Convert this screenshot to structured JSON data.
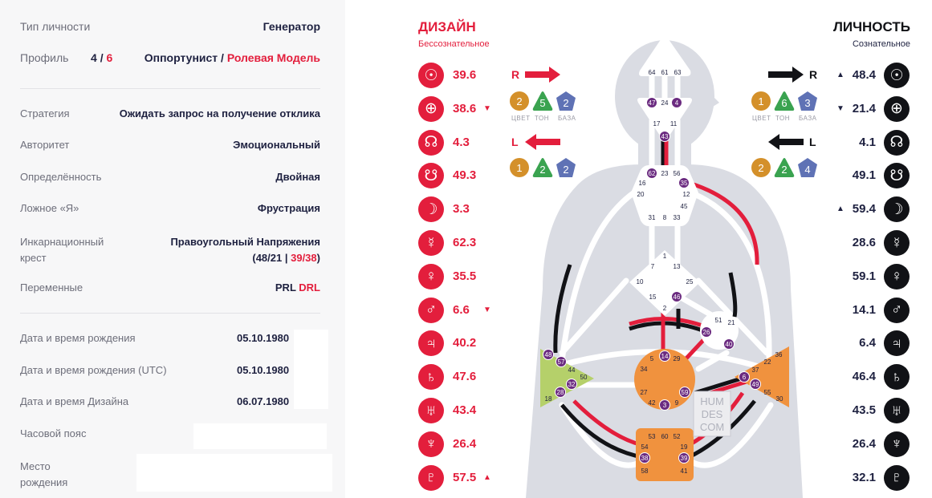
{
  "profile": {
    "type_label": "Тип личности",
    "type_value": "Генератор",
    "profile_label": "Профиль",
    "profile_line1": "4",
    "profile_slash": "/",
    "profile_line2": "6",
    "profile_name_1": "Оппортунист",
    "profile_name_slash": " / ",
    "profile_name_2": "Ролевая Модель"
  },
  "details": [
    {
      "label": "Стратегия",
      "value": "Ожидать запрос на получение отклика"
    },
    {
      "label": "Авторитет",
      "value": "Эмоциональный"
    },
    {
      "label": "Определённость",
      "value": "Двойная"
    },
    {
      "label": "Ложное «Я»",
      "value": "Фрустрация"
    }
  ],
  "cross": {
    "label_line1": "Инкарнационный",
    "label_line2": "крест",
    "value_line1": "Правоугольный Напряжения",
    "value_open": "(",
    "value_a": "48/21",
    "value_sep": " | ",
    "value_b": "39/38",
    "value_close": ")"
  },
  "variables": {
    "label": "Переменные",
    "value_a": "PRL",
    "value_b": "DRL"
  },
  "birth": [
    {
      "label": "Дата и время рождения",
      "value": "05.10.1980"
    },
    {
      "label": "Дата и время рождения (UTC)",
      "value": "05.10.1980"
    },
    {
      "label": "Дата и время Дизайна",
      "value": "06.07.1980"
    },
    {
      "label": "Часовой пояс",
      "value": ""
    },
    {
      "label_line1": "Место",
      "label_line2": "рождения",
      "value": ""
    }
  ],
  "design": {
    "title": "ДИЗАЙН",
    "subtitle": "Бессознательное",
    "planets": [
      {
        "icon": "sun-icon",
        "glyph": "☉",
        "value": "39.6",
        "mark": ""
      },
      {
        "icon": "earth-icon",
        "glyph": "⊕",
        "value": "38.6",
        "mark": "▼"
      },
      {
        "icon": "north-node-icon",
        "glyph": "☊",
        "value": "4.3",
        "mark": ""
      },
      {
        "icon": "south-node-icon",
        "glyph": "☋",
        "value": "49.3",
        "mark": ""
      },
      {
        "icon": "moon-icon",
        "glyph": "☽",
        "value": "3.3",
        "mark": ""
      },
      {
        "icon": "mercury-icon",
        "glyph": "☿",
        "value": "62.3",
        "mark": ""
      },
      {
        "icon": "venus-icon",
        "glyph": "♀",
        "value": "35.5",
        "mark": ""
      },
      {
        "icon": "mars-icon",
        "glyph": "♂",
        "value": "6.6",
        "mark": "▼"
      },
      {
        "icon": "jupiter-icon",
        "glyph": "♃",
        "value": "40.2",
        "mark": ""
      },
      {
        "icon": "saturn-icon",
        "glyph": "♄",
        "value": "47.6",
        "mark": ""
      },
      {
        "icon": "uranus-icon",
        "glyph": "♅",
        "value": "43.4",
        "mark": ""
      },
      {
        "icon": "neptune-icon",
        "glyph": "♆",
        "value": "26.4",
        "mark": ""
      },
      {
        "icon": "pluto-icon",
        "glyph": "♇",
        "value": "57.5",
        "mark": "▲"
      }
    ],
    "top": {
      "letter": "R",
      "badges": [
        "2",
        "5",
        "2"
      ],
      "captions": [
        "ЦВЕТ",
        "ТОН",
        "БАЗА"
      ]
    },
    "bottom": {
      "letter": "L",
      "badges": [
        "1",
        "2",
        "2"
      ]
    }
  },
  "personality": {
    "title": "ЛИЧНОСТЬ",
    "subtitle": "Сознательное",
    "planets": [
      {
        "icon": "sun-icon",
        "glyph": "☉",
        "value": "48.4",
        "mark": "▲"
      },
      {
        "icon": "earth-icon",
        "glyph": "⊕",
        "value": "21.4",
        "mark": "▼"
      },
      {
        "icon": "north-node-icon",
        "glyph": "☊",
        "value": "4.1",
        "mark": ""
      },
      {
        "icon": "south-node-icon",
        "glyph": "☋",
        "value": "49.1",
        "mark": ""
      },
      {
        "icon": "moon-icon",
        "glyph": "☽",
        "value": "59.4",
        "mark": "▲"
      },
      {
        "icon": "mercury-icon",
        "glyph": "☿",
        "value": "28.6",
        "mark": ""
      },
      {
        "icon": "venus-icon",
        "glyph": "♀",
        "value": "59.1",
        "mark": ""
      },
      {
        "icon": "mars-icon",
        "glyph": "♂",
        "value": "14.1",
        "mark": ""
      },
      {
        "icon": "jupiter-icon",
        "glyph": "♃",
        "value": "6.4",
        "mark": ""
      },
      {
        "icon": "saturn-icon",
        "glyph": "♄",
        "value": "46.4",
        "mark": ""
      },
      {
        "icon": "uranus-icon",
        "glyph": "♅",
        "value": "43.5",
        "mark": ""
      },
      {
        "icon": "neptune-icon",
        "glyph": "♆",
        "value": "26.4",
        "mark": ""
      },
      {
        "icon": "pluto-icon",
        "glyph": "♇",
        "value": "32.1",
        "mark": ""
      }
    ],
    "top": {
      "letter": "R",
      "badges": [
        "1",
        "6",
        "3"
      ],
      "captions": [
        "ЦВЕТ",
        "ТОН",
        "БАЗА"
      ]
    },
    "bottom": {
      "letter": "L",
      "badges": [
        "2",
        "2",
        "4"
      ]
    }
  },
  "bodygraph": {
    "watermark": [
      "HUM",
      "DES",
      "COM"
    ],
    "head": [
      "64",
      "61",
      "63"
    ],
    "ajna": [
      "47",
      "24",
      "4",
      "17",
      "11",
      "43"
    ],
    "throat": [
      "62",
      "23",
      "56",
      "35",
      "20",
      "16",
      "12",
      "45",
      "31",
      "8",
      "33"
    ],
    "g": [
      "1",
      "7",
      "13",
      "10",
      "25",
      "15",
      "46",
      "2"
    ],
    "ego": [
      "51",
      "21",
      "26",
      "40"
    ],
    "spleen": [
      "48",
      "57",
      "44",
      "50",
      "32",
      "28",
      "18"
    ],
    "sacral": [
      "5",
      "14",
      "29",
      "34",
      "27",
      "42",
      "3",
      "9",
      "59"
    ],
    "solar": [
      "36",
      "22",
      "37",
      "6",
      "49",
      "55",
      "30"
    ],
    "root": [
      "53",
      "60",
      "52",
      "54",
      "19",
      "38",
      "39",
      "58",
      "41"
    ]
  },
  "colors": {
    "accent": "#e31e3c",
    "ink": "#1e2140",
    "defined_center": "#f0923e",
    "spleen_center": "#b5d06a",
    "badge_color": "#d4902a",
    "badge_tone": "#3aa350",
    "badge_base": "#5f72b5",
    "gate_purple": "#6b2b80",
    "silhouette": "#dadce3"
  }
}
